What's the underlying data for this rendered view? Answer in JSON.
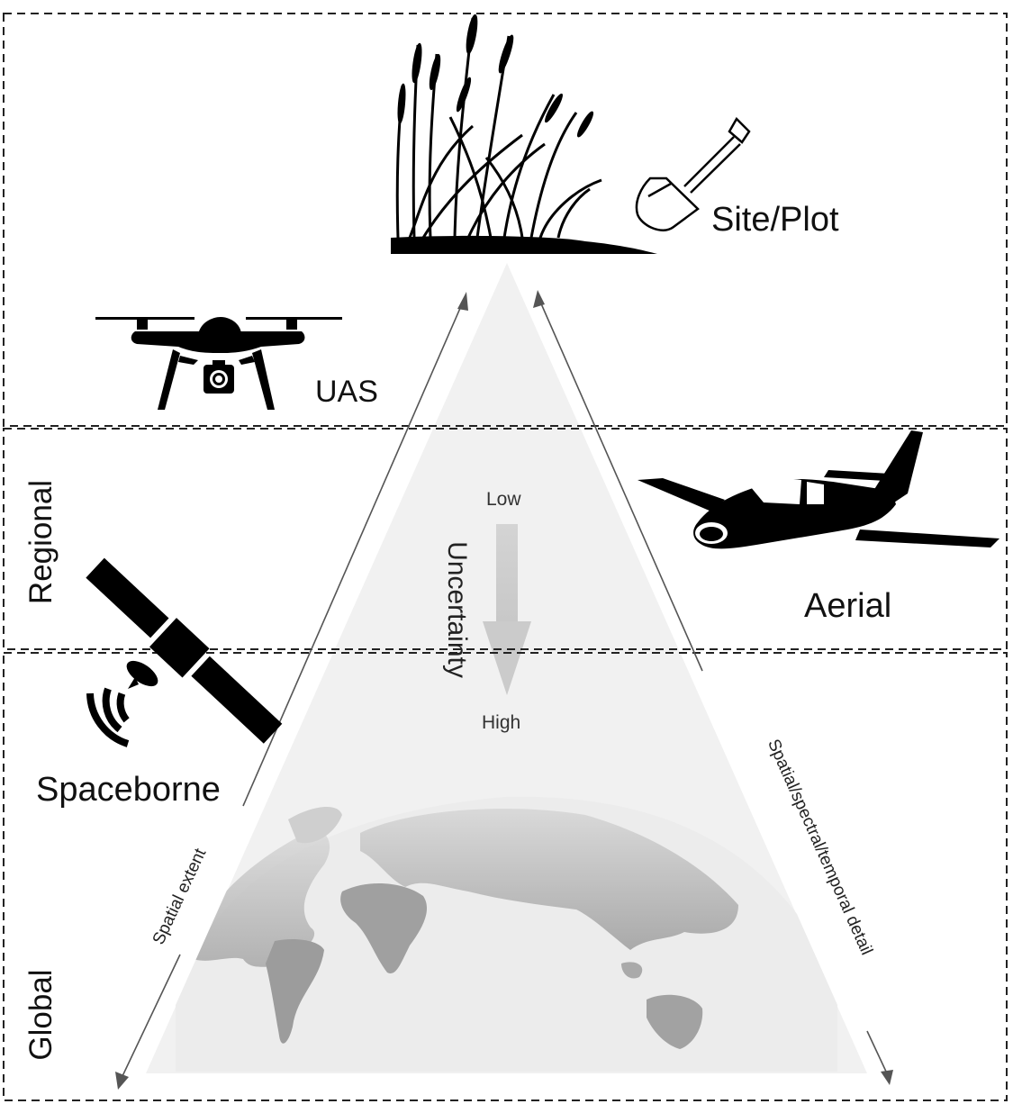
{
  "diagram": {
    "title": "",
    "zones": [
      {
        "id": "site-plot",
        "label": ""
      },
      {
        "id": "regional",
        "label": "Regional"
      },
      {
        "id": "global",
        "label": "Global"
      }
    ],
    "platforms": {
      "site_plot": "Site/Plot",
      "uas": "UAS",
      "aerial": "Aerial",
      "spaceborne": "Spaceborne"
    },
    "axes": {
      "left": "Spatial extent",
      "right": "Spatial/spectral/temporal detail"
    },
    "uncertainty": {
      "label": "Uncertainty",
      "low": "Low",
      "high": "High"
    },
    "icons": [
      "reeds-icon",
      "shovel-icon",
      "drone-icon",
      "airplane-icon",
      "satellite-icon",
      "globe-map-icon"
    ],
    "colors": {
      "pyramid_fill": "#f2f2f2",
      "arrow_gray": "#cfcfcf",
      "line_gray": "#555555",
      "land_gray": "#a8a8a8",
      "ink": "#000000"
    }
  }
}
